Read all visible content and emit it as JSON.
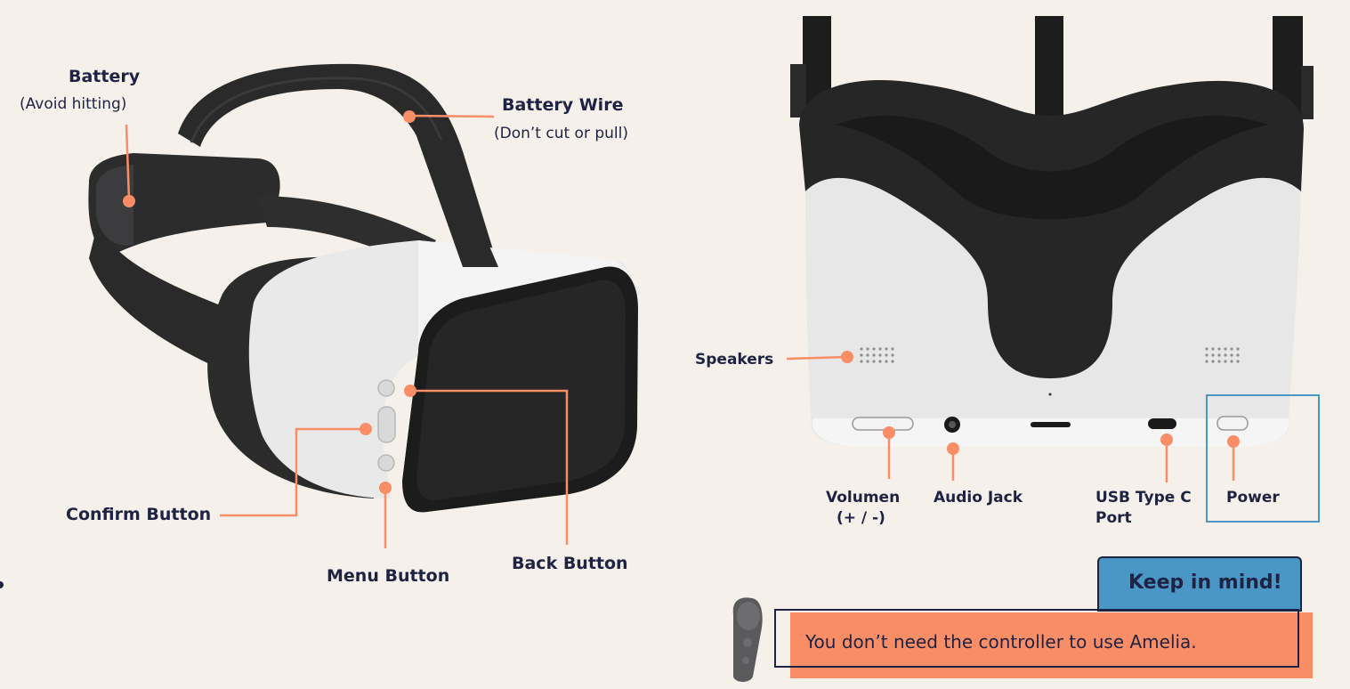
{
  "left_labels": {
    "battery": "Battery",
    "battery_note": "(Avoid hitting)",
    "battery_wire": "Battery Wire",
    "battery_wire_note": "(Don’t cut or pull)",
    "confirm_button": "Confirm Button",
    "menu_button": "Menu Button",
    "back_button": "Back Button"
  },
  "right_labels": {
    "speakers": "Speakers",
    "volume": "Volumen",
    "volume_note": "(+ / -)",
    "audio_jack": "Audio Jack",
    "usb_line1": "USB Type C",
    "usb_line2": "Port",
    "power": "Power"
  },
  "note": {
    "title": "Keep in mind!",
    "text": "You don’t need the controller to use Amelia."
  },
  "colors": {
    "background": "#f5f0ea",
    "accent": "#f98e66",
    "label": "#1e2344",
    "highlight": "#4a97c6"
  }
}
